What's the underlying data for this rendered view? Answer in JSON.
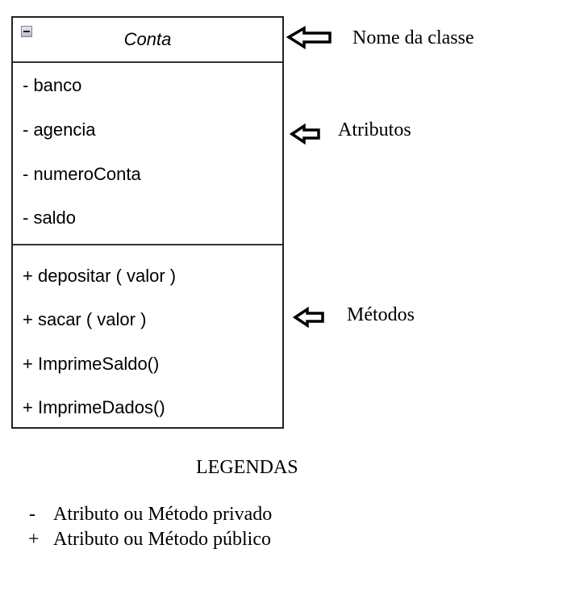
{
  "class": {
    "name": "Conta",
    "attributes": [
      "- banco",
      "- agencia",
      "- numeroConta",
      "- saldo"
    ],
    "methods": [
      "+ depositar ( valor )",
      "+ sacar ( valor )",
      "+ ImprimeSaldo()",
      "+ ImprimeDados()"
    ]
  },
  "annotations": {
    "name_label": "Nome da classe",
    "attributes_label": "Atributos",
    "methods_label": "Métodos"
  },
  "legend": {
    "title": "LEGENDAS",
    "items": [
      {
        "symbol": "-",
        "text": "Atributo ou Método privado"
      },
      {
        "symbol": "+",
        "text": "Atributo ou Método público"
      }
    ]
  }
}
